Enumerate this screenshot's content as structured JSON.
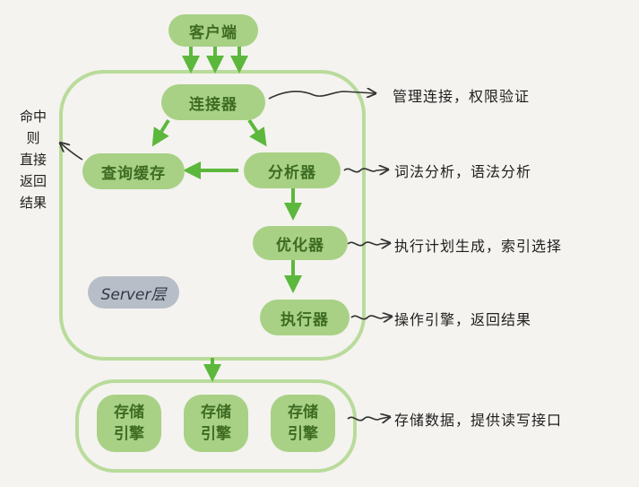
{
  "client": "客户端",
  "connector": "连接器",
  "query_cache": "查询缓存",
  "analyzer": "分析器",
  "optimizer": "优化器",
  "executor": "执行器",
  "server_layer": "Server层",
  "storage_engines": [
    {
      "line1": "存储",
      "line2": "引擎"
    },
    {
      "line1": "存储",
      "line2": "引擎"
    },
    {
      "line1": "存储",
      "line2": "引擎"
    }
  ],
  "annotations": {
    "connector": "管理连接，权限验证",
    "analyzer": "词法分析，语法分析",
    "optimizer": "执行计划生成，索引选择",
    "executor": "操作引擎，返回结果",
    "storage": "存储数据，提供读写接口"
  },
  "cache_hit_note": [
    "命中",
    "则",
    "直接",
    "返回",
    "结果"
  ],
  "colors": {
    "pill_fill": "#a8d185",
    "pill_text": "#3d6b22",
    "outline": "#b9db9b",
    "arrow": "#5cb83c",
    "server_tag": "#b8bec8"
  }
}
